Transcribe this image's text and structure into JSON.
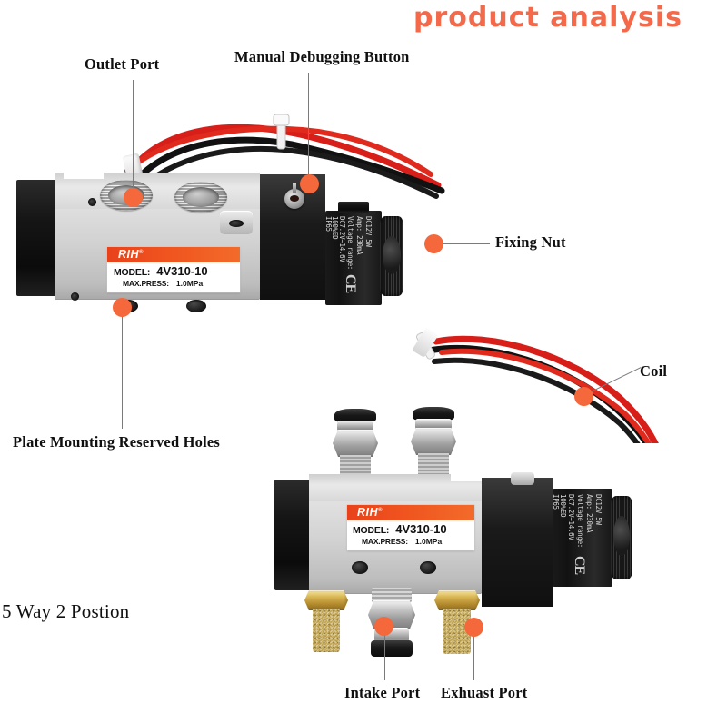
{
  "header": {
    "title": "product analysis"
  },
  "callouts": [
    {
      "id": "outlet-port",
      "label": "Outlet Port"
    },
    {
      "id": "manual-button",
      "label": "Manual Debugging Button"
    },
    {
      "id": "fixing-nut",
      "label": "Fixing Nut"
    },
    {
      "id": "coil",
      "label": "Coil"
    },
    {
      "id": "plate-holes",
      "label": "Plate Mounting Reserved Holes"
    },
    {
      "id": "intake-port",
      "label": "Intake Port"
    },
    {
      "id": "exhaust-port",
      "label": "Exhuast Port"
    }
  ],
  "spec_note": {
    "text": "5 Way 2 Postion"
  },
  "valve_label": {
    "brand": "RIH",
    "brand_mark": "®",
    "model_key": "MODEL:",
    "model_value": "4V310-10",
    "pressure_key": "MAX.PRESS:",
    "pressure_value": "1.0MPa"
  },
  "coil_spec": {
    "line1": "DC12V        5W",
    "line2": "Amp:     230mA",
    "line3": "Voltage  range:",
    "line4": "DC7.2V~14.6V",
    "line5": "100%ED",
    "line6": "IP65",
    "ce_mark": "CE"
  },
  "colors": {
    "accent": "#F4694A",
    "marker_dot": "#F4683C",
    "label_bar": "#E8421B",
    "leader_line": "#7A7A7A",
    "text": "#101010",
    "body_aluminium": "#D2D2D2",
    "body_black": "#121212",
    "wire_red": "#D81E19",
    "wire_black": "#111111",
    "brass": "#B8902F",
    "steel": "#ABABAB"
  }
}
